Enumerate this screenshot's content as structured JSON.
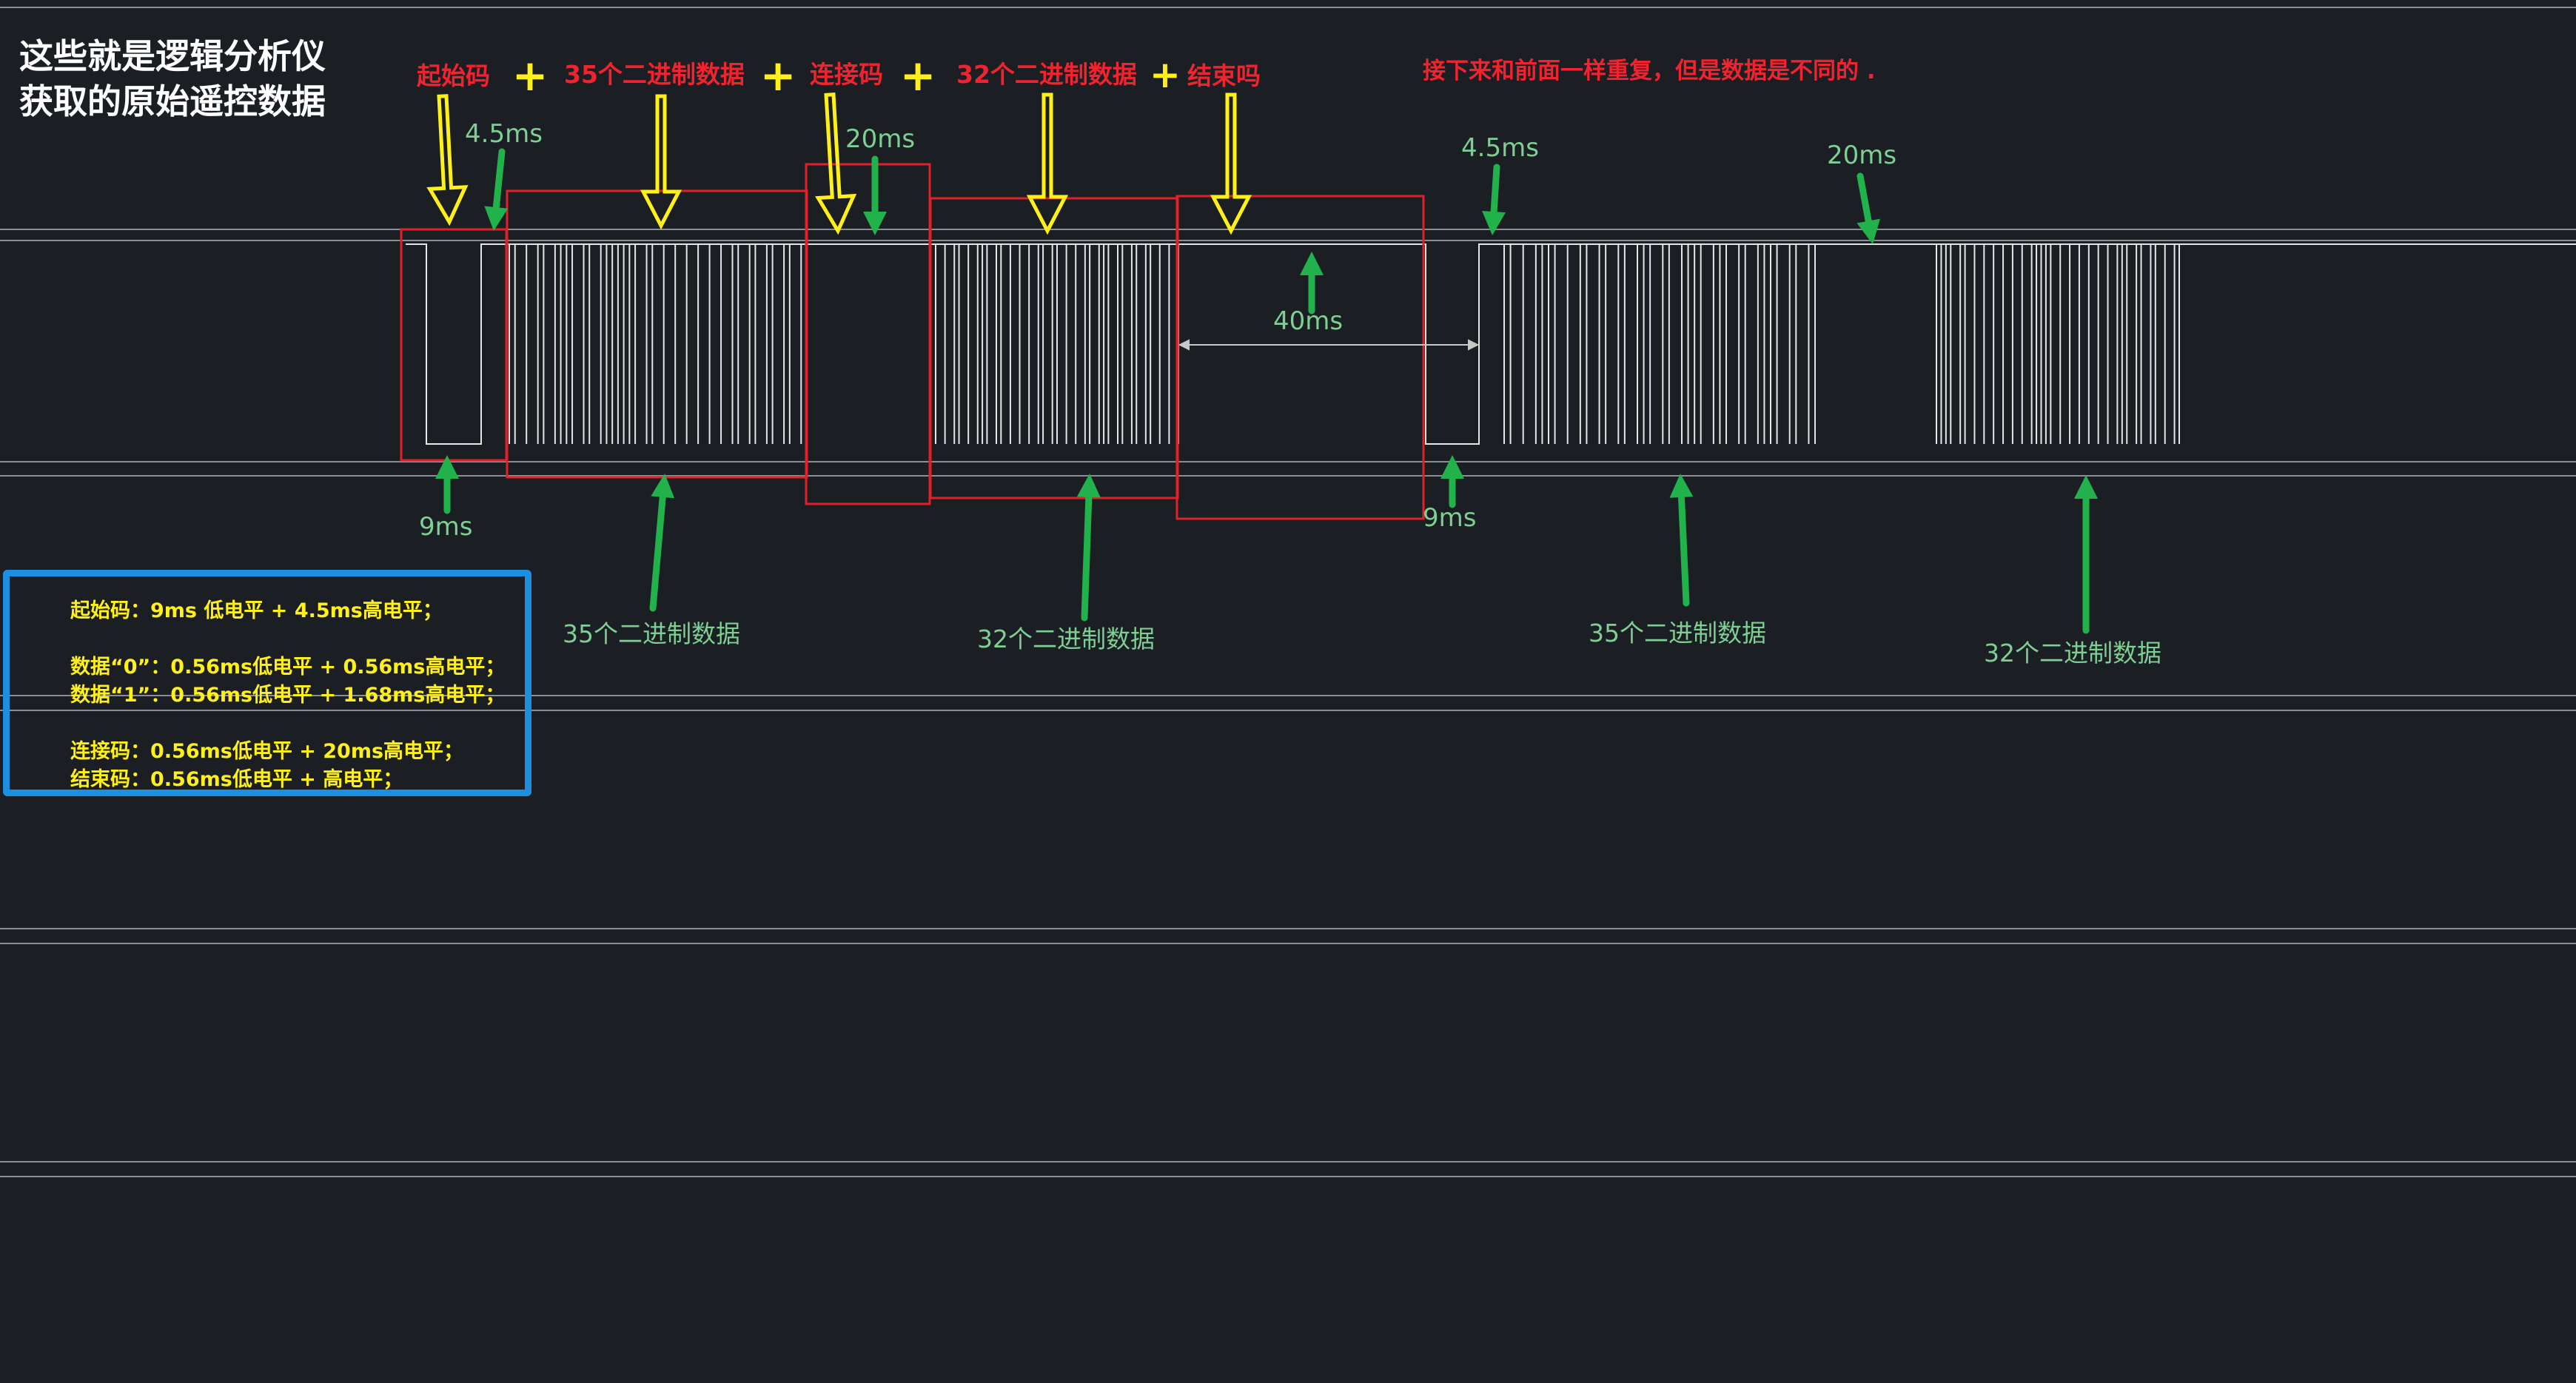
{
  "colors": {
    "background": "#1b1e23",
    "track_line": "#8a8f96",
    "signal": "#e6e6e6",
    "box": "#e0202a",
    "label_red": "#f1232f",
    "plus_yellow": "#fff01a",
    "arrow_yellow": "#fff01a",
    "arrow_green": "#21b24b",
    "label_green": "#7ecf93",
    "legend_border": "#1c8fe0",
    "legend_text": "#fff01a",
    "title_white": "#ffffff"
  },
  "title": {
    "line1": "这些就是逻辑分析仪",
    "line2": "获取的原始遥控数据"
  },
  "top_labels": {
    "start_code": "起始码",
    "data35": "35个二进制数据",
    "link_code": "连接码",
    "data32": "32个二进制数据",
    "end_code": "结束吗",
    "plus": "+",
    "repeat_note": "接下来和前面一样重复，但是数据是不同的 ."
  },
  "timing_labels": {
    "t_4_5ms_a": "4.5ms",
    "t_20ms_a": "20ms",
    "t_4_5ms_b": "4.5ms",
    "t_20ms_b": "20ms",
    "t_40ms": "40ms",
    "t_9ms_a": "9ms",
    "t_9ms_b": "9ms"
  },
  "bottom_labels": {
    "data35_a": "35个二进制数据",
    "data32_a": "32个二进制数据",
    "data35_b": "35个二进制数据",
    "data32_b": "32个二进制数据"
  },
  "legend": {
    "start": "起始码：9ms 低电平 + 4.5ms高电平；",
    "zero": "数据“0”：0.56ms低电平 + 0.56ms高电平；",
    "one": "数据“1”：0.56ms低电平 + 1.68ms高电平；",
    "link": "连接码：0.56ms低电平 + 20ms高电平；",
    "end": "结束码：0.56ms低电平 + 高电平；"
  },
  "frame1_bits": {
    "data35": "01101000101000000101111111010101010",
    "data32": "11011001011110101110100101010111"
  },
  "frame2_bits": {
    "data35": "01100011010101001010001001010001010",
    "data32": "00010111111100001111111001010110"
  }
}
